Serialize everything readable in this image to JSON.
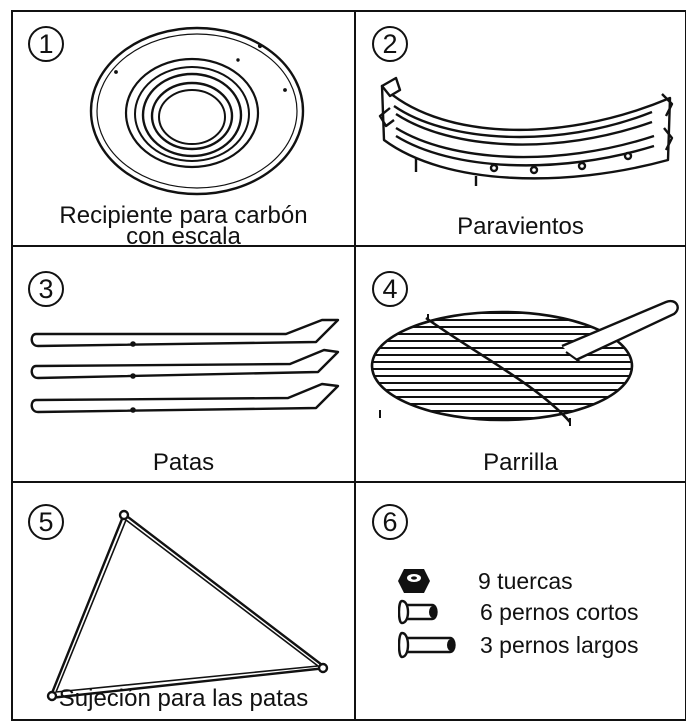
{
  "parts": [
    {
      "number": "1",
      "name": "Recipiente para carbón",
      "name_line2": "con escala"
    },
    {
      "number": "2",
      "name": "Paravientos"
    },
    {
      "number": "3",
      "name": "Patas"
    },
    {
      "number": "4",
      "name": "Parrilla"
    },
    {
      "number": "5",
      "name": "Sujeción para las patas"
    },
    {
      "number": "6",
      "hardware": [
        {
          "label": "9 tuercas",
          "icon": "nut-icon"
        },
        {
          "label": "6 pernos cortos",
          "icon": "short-bolt-icon"
        },
        {
          "label": "3 pernos largos",
          "icon": "long-bolt-icon"
        }
      ]
    }
  ],
  "colors": {
    "ink": "#111111",
    "paper": "#ffffff"
  }
}
